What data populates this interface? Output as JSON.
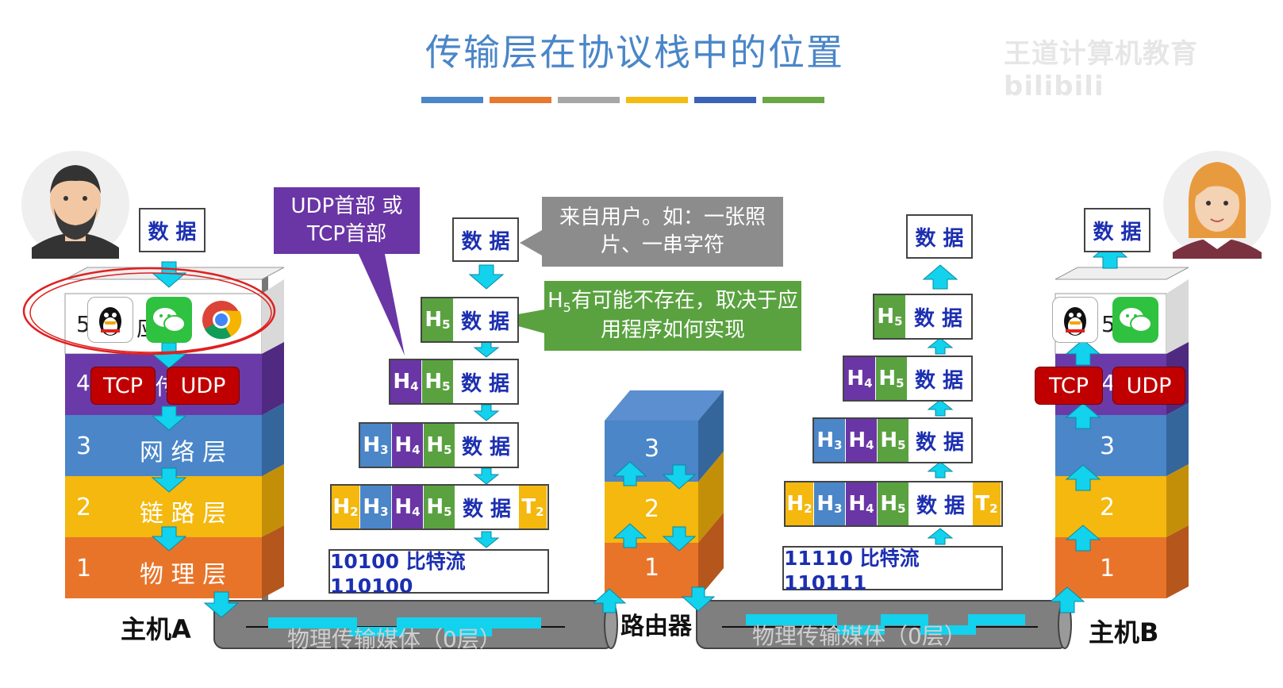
{
  "title": "传输层在协议栈中的位置",
  "watermark": "王道计算机教育 bilibili",
  "colors": {
    "title": "#4a86c8",
    "bars": [
      "#4a86c8",
      "#e8792f",
      "#a6a6a6",
      "#f4bb12",
      "#3a63b8",
      "#6aa845"
    ],
    "app_layer": "#ffffff",
    "transport_layer": "#6a3aa8",
    "network_layer": "#4a86c8",
    "link_layer": "#f4b80e",
    "physical_layer": "#e8742a",
    "h5": "#5aa240",
    "h4": "#6a35a5",
    "h3": "#4a86c8",
    "h2": "#f4b80e",
    "badge": "#c00000",
    "arrow": "#12d2ee",
    "callout_gray": "#8c8c8c",
    "callout_green": "#5aa240",
    "callout_purple": "#6a35a5"
  },
  "data_label": "数 据",
  "headers": {
    "h2": "H",
    "h3": "H",
    "h4": "H",
    "h5": "H",
    "t2": "T",
    "sub2": "2",
    "sub3": "3",
    "sub4": "4",
    "sub5": "5"
  },
  "host_a": {
    "label": "主机A",
    "layers": [
      {
        "num": "5",
        "name": "应 用"
      },
      {
        "num": "4",
        "name": "传 输"
      },
      {
        "num": "3",
        "name": "网 络 层"
      },
      {
        "num": "2",
        "name": "链 路 层"
      },
      {
        "num": "1",
        "name": "物 理 层"
      }
    ],
    "tcp": "TCP",
    "udp": "UDP",
    "icons": [
      "qq-icon",
      "wechat-icon",
      "chrome-icon"
    ]
  },
  "host_b": {
    "label": "主机B",
    "layers": [
      {
        "num": "5"
      },
      {
        "num": "4"
      },
      {
        "num": "3"
      },
      {
        "num": "2"
      },
      {
        "num": "1"
      }
    ],
    "tcp": "TCP",
    "udp": "UDP",
    "icons": [
      "qq-icon",
      "wechat-icon"
    ]
  },
  "router": {
    "label": "路由器",
    "layers": [
      "3",
      "2",
      "1"
    ]
  },
  "callouts": {
    "udp_tcp_header": "UDP首部 或 TCP首部",
    "from_user": "来自用户。如：一张照片、一串字符",
    "h5_may_not_exist_sub": "5",
    "h5_may_not_exist": "有可能不存在，取决于应用程序如何实现"
  },
  "bitstream_left": "10100 比特流 110100",
  "bitstream_right": "11110 比特流 110111",
  "medium_left": "物理传输媒体（0层）",
  "medium_right": "物理传输媒体（0层）"
}
